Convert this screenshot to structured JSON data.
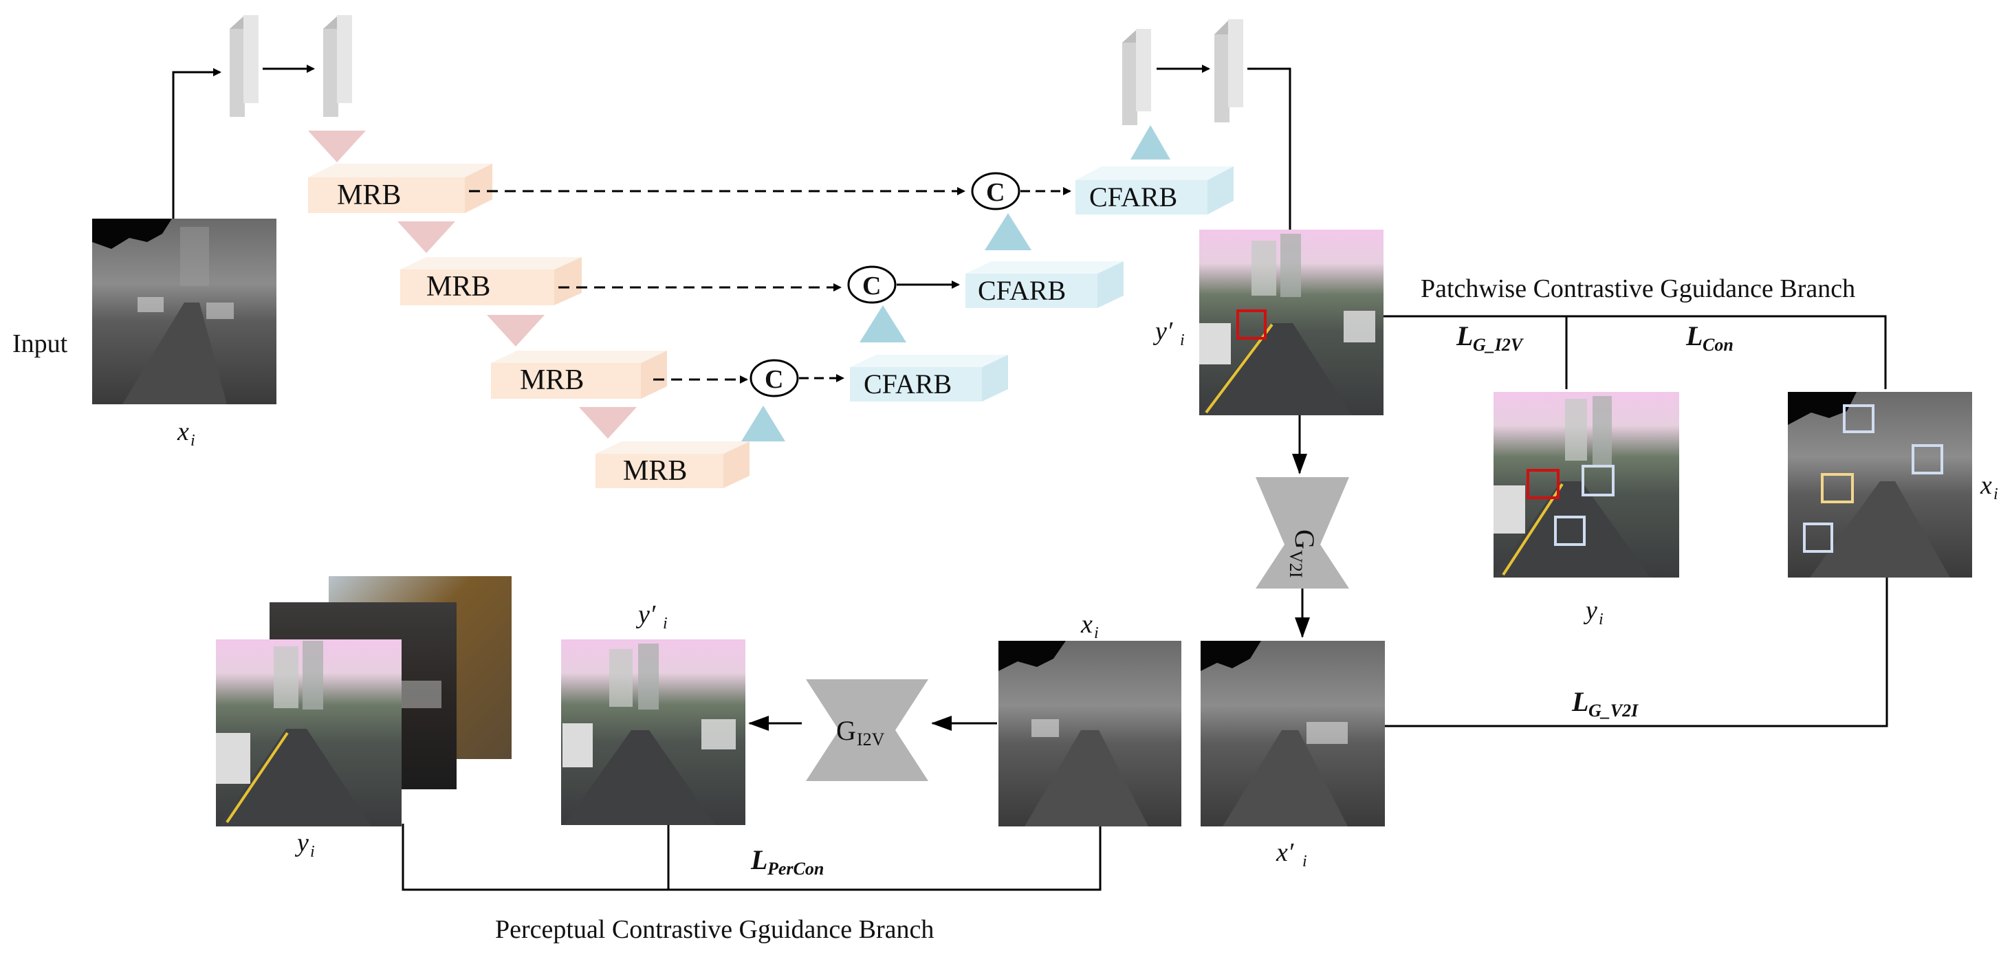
{
  "labels": {
    "input": "Input",
    "xi": "x",
    "xi_sub": "i",
    "yi": "y",
    "yi_sub": "i",
    "yprime": "y′",
    "xprime": "x′",
    "mrb": "MRB",
    "cfarb": "CFARB",
    "concat": "C",
    "g_v2i": "G",
    "g_v2i_sub": "V2I",
    "g_i2v": "G",
    "g_i2v_sub": "I2V",
    "patch_branch": "Patchwise Contrastive Gguidance Branch",
    "percep_branch": "Perceptual Contrastive Gguidance Branch",
    "loss_g_i2v": "L",
    "loss_g_i2v_sub": "G_I2V",
    "loss_con": "L",
    "loss_con_sub": "Con",
    "loss_g_v2i": "L",
    "loss_g_v2i_sub": "G_V2I",
    "loss_percon": "L",
    "loss_percon_sub": "PerCon"
  },
  "colors": {
    "mrb_fill": "#fde7d6",
    "cfarb_fill": "#dcf0f6",
    "down_arrow": "#ecc8c8",
    "up_arrow": "#a8d4e0",
    "gray_block": "#d2d2d2",
    "generator": "#b3b3b3",
    "red_box": "#d01010",
    "light_box": "#d0dcf0",
    "yellow_box": "#f2d68c"
  }
}
